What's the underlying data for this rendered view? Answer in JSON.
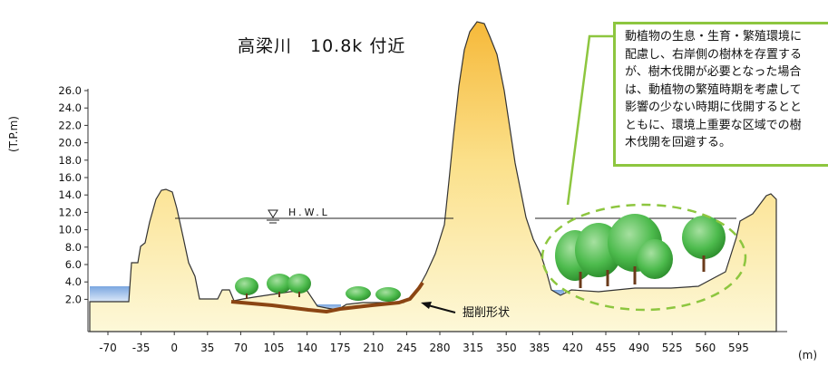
{
  "title": "高梁川　10.8k 付近",
  "y_axis": {
    "label": "(T.P.m)",
    "ticks": [
      "26.0",
      "24.0",
      "22.0",
      "20.0",
      "18.0",
      "16.0",
      "14.0",
      "12.0",
      "10.0",
      "8.0",
      "6.0",
      "4.0",
      "2.0"
    ]
  },
  "x_axis": {
    "unit": "(m)",
    "ticks": [
      "-70",
      "-35",
      "0",
      "35",
      "70",
      "105",
      "140",
      "175",
      "210",
      "245",
      "280",
      "315",
      "350",
      "385",
      "420",
      "455",
      "490",
      "525",
      "560",
      "595"
    ]
  },
  "water_level_label": "H.W.L",
  "excavation_label": "掘削形状",
  "note_lines": [
    "動植物の生息・生育・繁殖環境に",
    "配慮し、右岸側の樹林を存置する",
    "が、樹木伐開が必要となった場合",
    "は、動植物の繁殖時期を考慮して",
    "影響の少ない時期に伐開するとと",
    "ともに、環境上重要な区域での樹",
    "木伐開を回避する。"
  ],
  "colors": {
    "terrain_fill_top": "#f6b93a",
    "terrain_fill_bottom": "#fdf8d8",
    "water": "#b8d2f0",
    "tree": "#4dbb4d",
    "highlight": "#8dc63f",
    "excavation": "#8b4513"
  }
}
